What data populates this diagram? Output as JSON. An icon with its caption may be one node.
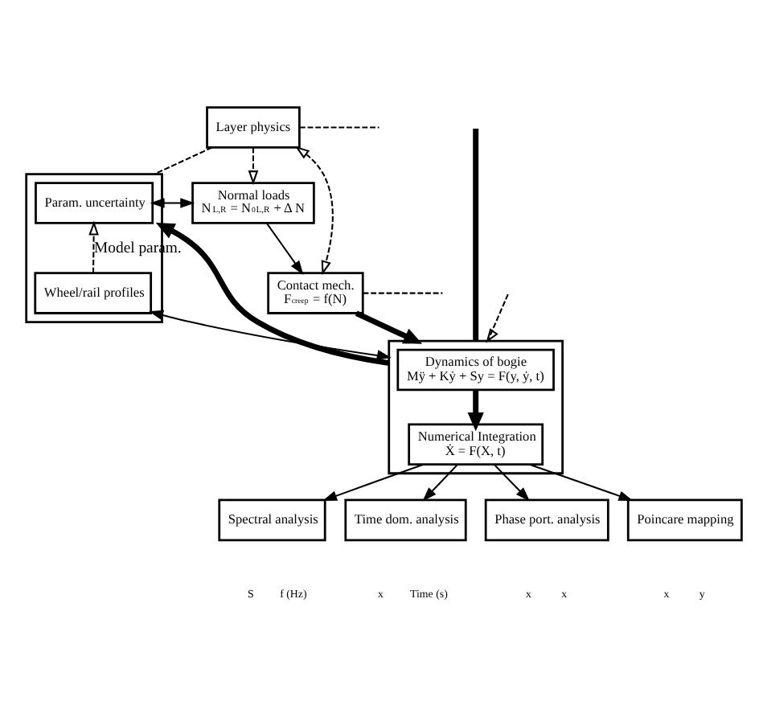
{
  "diagram": {
    "nodes": [
      {
        "text": [
          "Layer physics"
        ]
      },
      {
        "text": [],
        "shape": "box"
      },
      {
        "text": [
          "Param. uncertainty"
        ],
        "in": 1
      },
      {
        "text": [
          "Wheel/rail profiles"
        ],
        "in": 1
      },
      {
        "text": [
          "Normal loads",
          "N$^{L,R}$ = N$_{0}$$^{L,R}$ + Δ N"
        ]
      },
      {
        "text": [
          "Contact mech.",
          "F$_{creep}$ = f(N)"
        ]
      },
      {
        "text": [],
        "shape": "box"
      },
      {
        "text": [
          "Dynamics of bogie",
          "Mÿ + Kẏ + Sy = F(y, ẏ, t)"
        ],
        "in": 6
      },
      {
        "text": [
          "Numerical Integration",
          "Ẋ = F(X, t)"
        ],
        "in": 6
      },
      {
        "text": [
          "Spectral analysis"
        ]
      },
      {
        "text": [
          "Time dom. analysis"
        ]
      },
      {
        "text": [
          "Phase port. analysis"
        ]
      },
      {
        "text": [
          "Poincare mapping"
        ]
      }
    ],
    "edges": [
      {
        "from": 0,
        "to": 1,
        "arrow": "none",
        "style": "dashed"
      },
      {
        "from": 0,
        "to": 4,
        "arrow": "to",
        "style": "dashed"
      },
      {
        "from": 0,
        "to": null,
        "arrow": "none",
        "style": "dashed"
      },
      {
        "from": 0,
        "to": 5,
        "arrow": "both",
        "style": "dashed"
      },
      {
        "from": 2,
        "to": 4,
        "arrow": "both"
      },
      {
        "from": 4,
        "to": 5,
        "arrow": "to"
      },
      {
        "from": 5,
        "to": null,
        "arrow": "none",
        "style": "dashed"
      },
      {
        "from": 3,
        "to": 2,
        "arrow": "to",
        "label": "Model param.",
        "style": "dashed"
      },
      {
        "from": 5,
        "to": 6,
        "arrow": "to",
        "style": "thick"
      },
      {
        "from": 3,
        "to": 6,
        "arrow": "both"
      },
      {
        "from": null,
        "to": 6,
        "arrow": "none",
        "style": "thick"
      },
      {
        "from": null,
        "to": 6,
        "arrow": "to",
        "style": "dashed"
      },
      {
        "from": 7,
        "to": 8,
        "arrow": "to",
        "style": "thick"
      },
      {
        "from": 6,
        "to": 1,
        "arrow": "to",
        "style": "thick"
      },
      {
        "from": 8,
        "to": 9,
        "arrow": "to"
      },
      {
        "from": 8,
        "to": 10,
        "arrow": "to"
      },
      {
        "from": 8,
        "to": 11,
        "arrow": "to"
      },
      {
        "from": 8,
        "to": 12,
        "arrow": "to"
      }
    ],
    "labels": [
      "S",
      "f (Hz)",
      "x",
      "Time (s)",
      "x",
      "x",
      "x",
      "y"
    ]
  }
}
